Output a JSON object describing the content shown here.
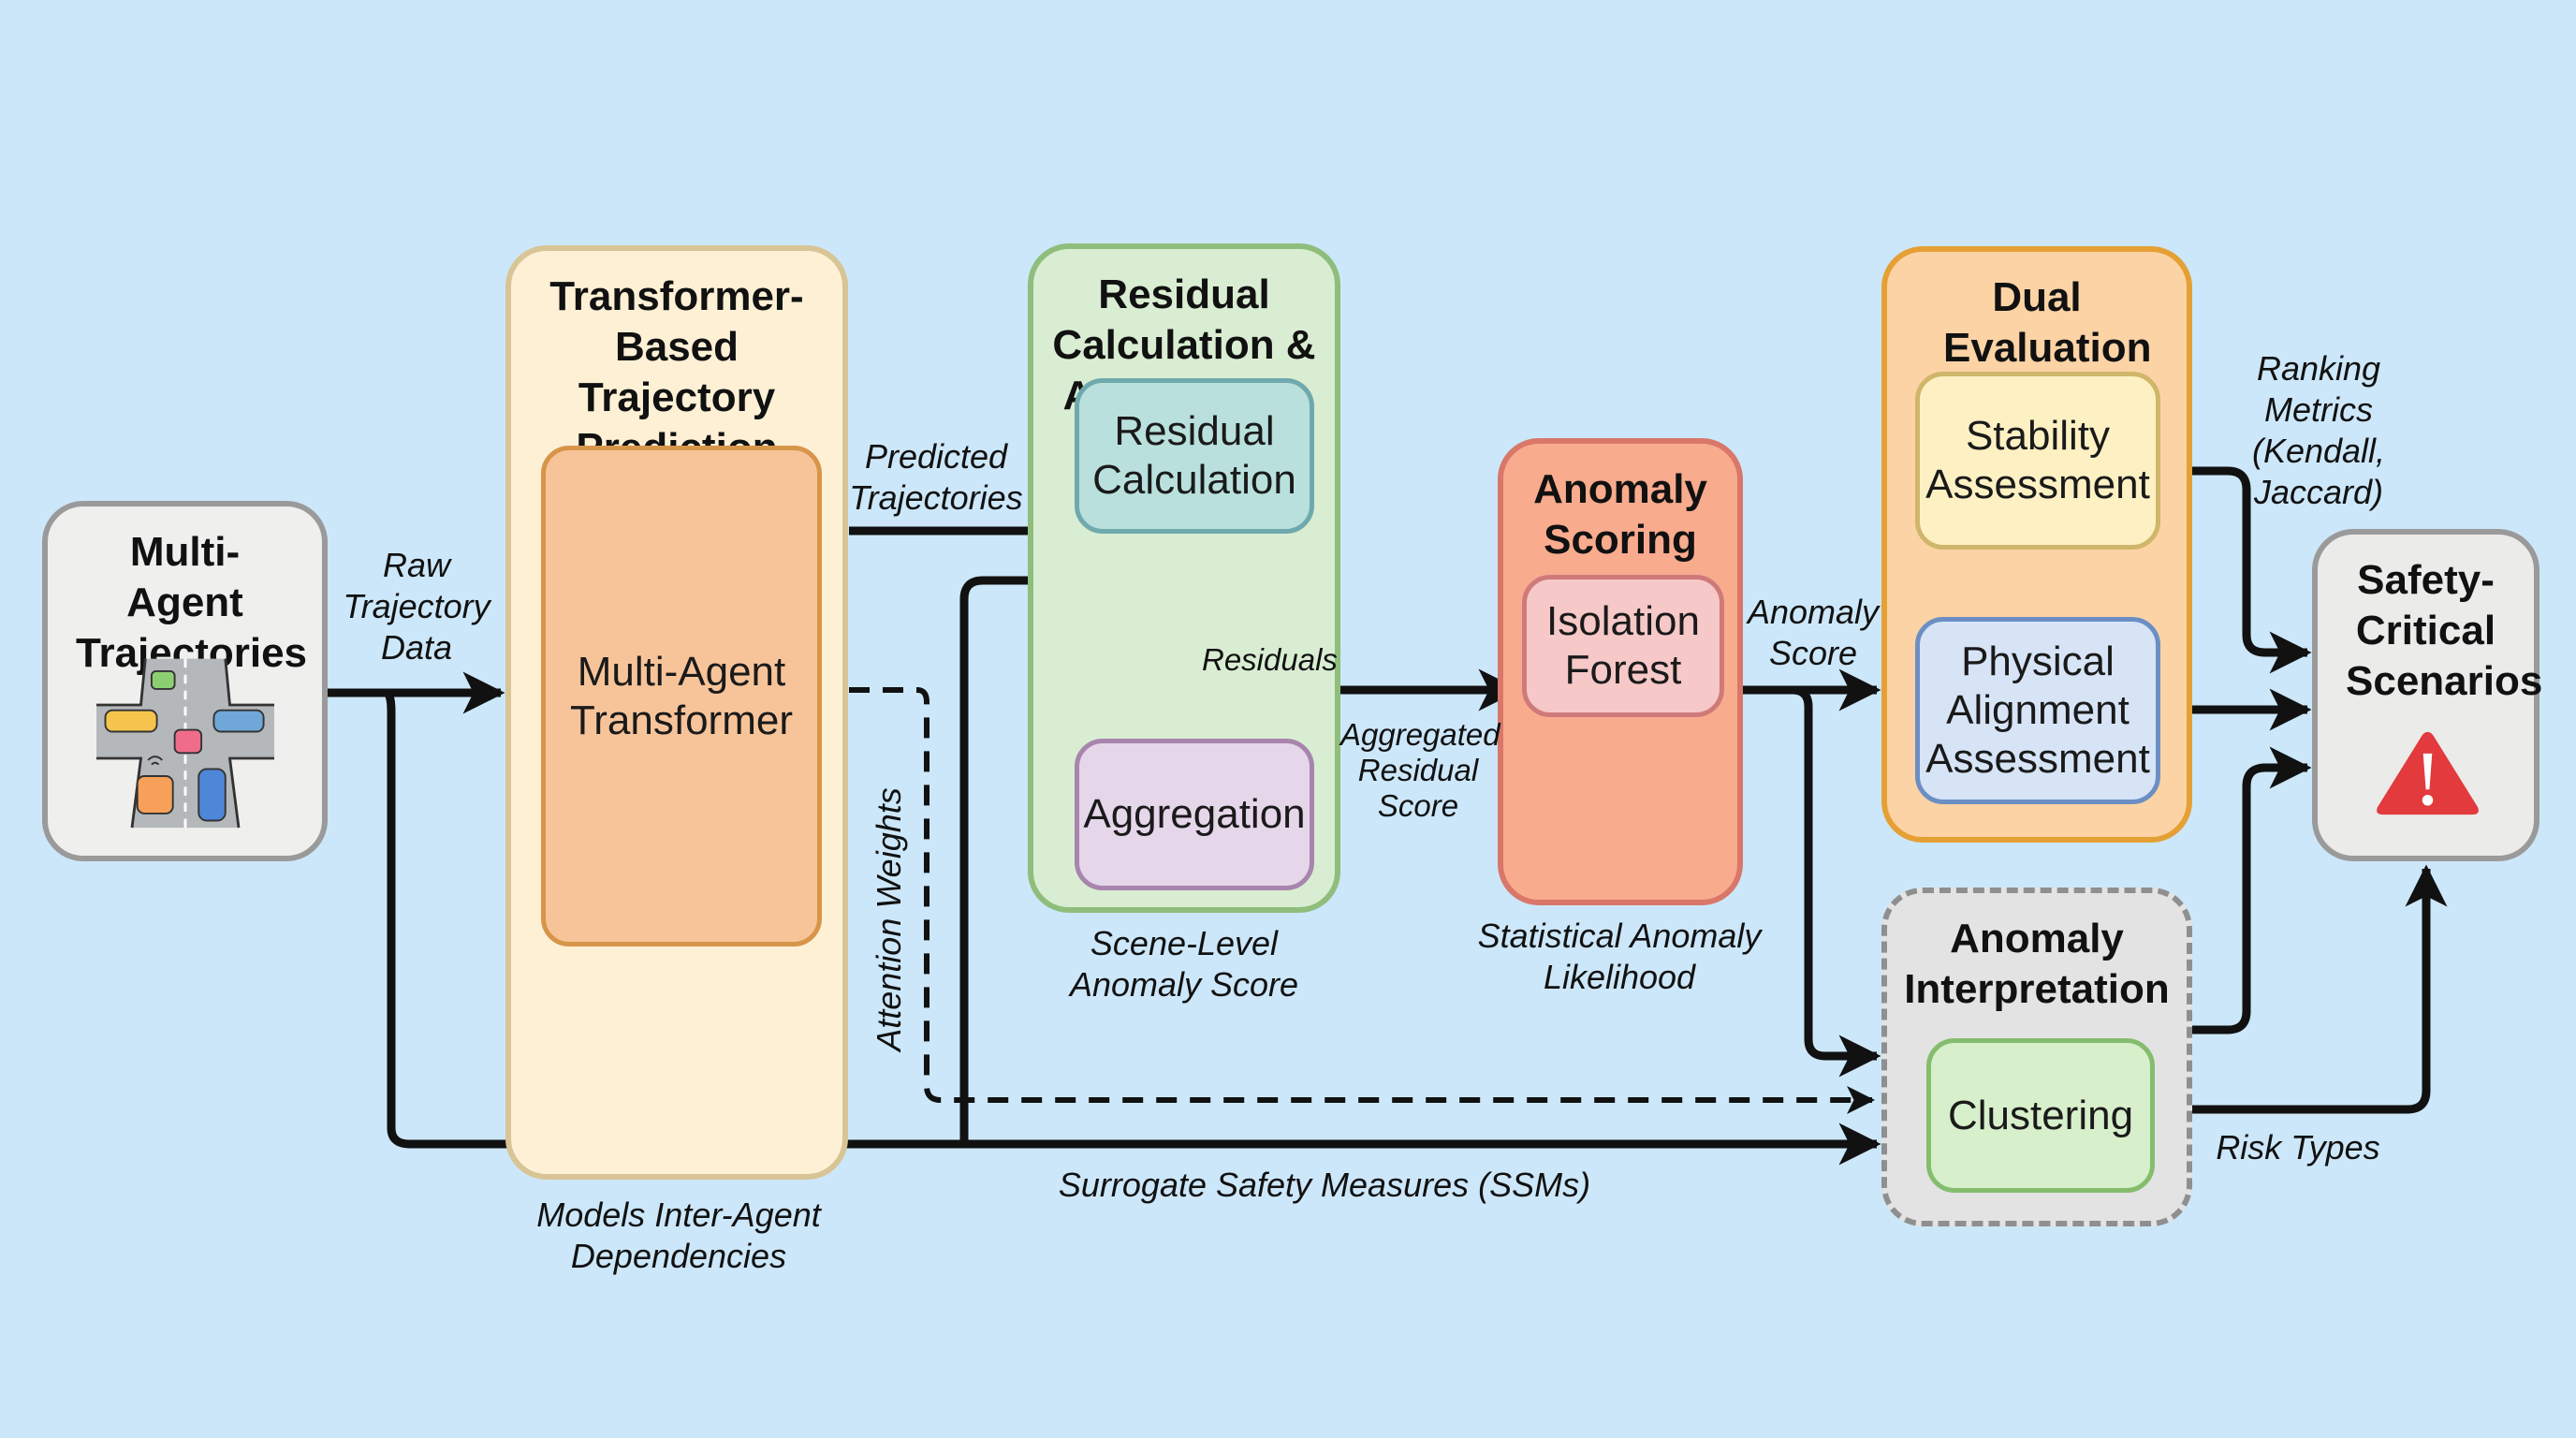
{
  "nodes": {
    "input": {
      "title": "Multi-Agent Trajectories",
      "icon": "intersection-traffic-icon"
    },
    "transformer": {
      "title": "Transformer-Based Trajectory Prediction",
      "inner": "Multi-Agent Transformer",
      "caption": "Models Inter-Agent Dependencies"
    },
    "residual": {
      "title": "Residual Calculation & Aggregation",
      "inner_top": "Residual Calculation",
      "inner_bottom": "Aggregation",
      "caption": "Scene-Level Anomaly Score"
    },
    "scoring": {
      "title": "Anomaly Scoring",
      "inner": "Isolation Forest",
      "caption": "Statistical Anomaly Likelihood"
    },
    "dual": {
      "title": "Dual Evaluation",
      "inner_top": "Stability Assessment",
      "inner_bottom": "Physical Alignment Assessment"
    },
    "interpretation": {
      "title": "Anomaly Interpretation",
      "inner": "Clustering"
    },
    "output": {
      "title": "Safety-Critical Scenarios",
      "icon": "warning-triangle-icon"
    }
  },
  "edges": {
    "raw": "Raw Trajectory Data",
    "predicted": "Predicted Trajectories",
    "attention": "Attention Weights",
    "residuals": "Residuals",
    "aggregated": "Aggregated Residual Score",
    "anomaly_score": "Anomaly Score",
    "ranking": "Ranking Metrics (Kendall, Jaccard)",
    "risk": "Risk Types",
    "ssm": "Surrogate Safety Measures (SSMs)"
  },
  "colors": {
    "background": "#cce7f9",
    "transformer_fill": "#fdf0d5",
    "transformer_inner": "#f7c49a",
    "residual_fill": "#d9edd2",
    "residual_calc": "#b9e0dc",
    "aggregation": "#e6d6ea",
    "scoring_fill": "#f9ab8e",
    "isolation": "#f6c8c8",
    "dual_fill": "#fcd3a5",
    "stability": "#fdf1c4",
    "physical": "#d6e4f6",
    "interp_fill": "#e3e3e3",
    "clustering": "#d7efcb",
    "alert": "#e23a3d"
  }
}
